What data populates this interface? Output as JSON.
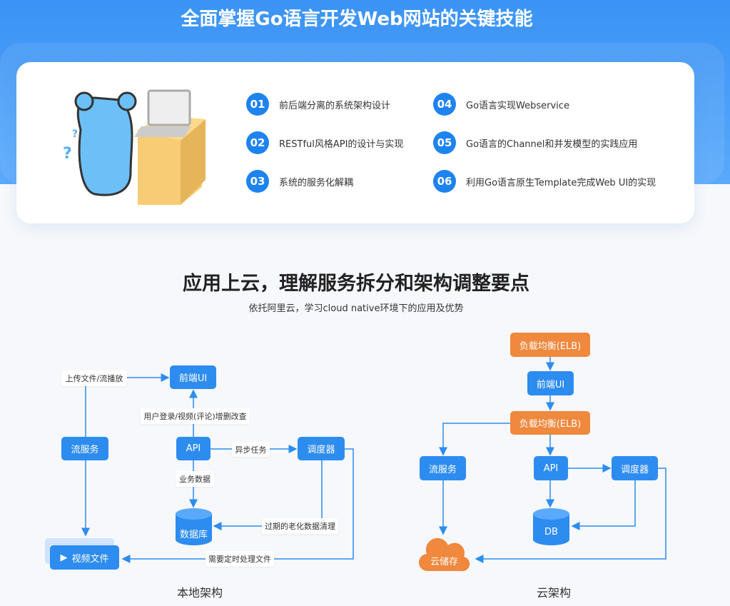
{
  "header": {
    "title": "全面掌握Go语言开发Web网站的关键技能"
  },
  "skills": [
    {
      "num": "01",
      "text": "前后端分离的系统架构设计"
    },
    {
      "num": "02",
      "text": "RESTful风格API的设计与实现"
    },
    {
      "num": "03",
      "text": "系统的服务化解耦"
    },
    {
      "num": "04",
      "text": "Go语言实现Webservice"
    },
    {
      "num": "05",
      "text": "Go语言的Channel和并发模型的实践应用"
    },
    {
      "num": "06",
      "text": "利用Go语言原生Template完成Web UI的实现"
    }
  ],
  "section": {
    "title": "应用上云，理解服务拆分和架构调整要点",
    "subtitle": "依托阿里云，学习cloud native环境下的应用及优势"
  },
  "local": {
    "caption": "本地架构",
    "frontend": "前端UI",
    "stream": "流服务",
    "api": "API",
    "scheduler": "调度器",
    "db": "数据库",
    "video": "视频文件",
    "labels": {
      "upload": "上传文件/流播放",
      "crud": "用户登录/视频(评论)增删改查",
      "async": "异步任务",
      "biz": "业务数据",
      "cleanup": "过期的老化数据清理",
      "timed": "需要定时处理文件"
    }
  },
  "cloud": {
    "caption": "云架构",
    "elb1": "负载均衡(ELB)",
    "frontend": "前端UI",
    "elb2": "负载均衡(ELB)",
    "stream": "流服务",
    "api": "API",
    "scheduler": "调度器",
    "db": "DB",
    "storage": "云储存"
  },
  "colors": {
    "blue": "#2d8cf0",
    "orange": "#f0883e"
  }
}
